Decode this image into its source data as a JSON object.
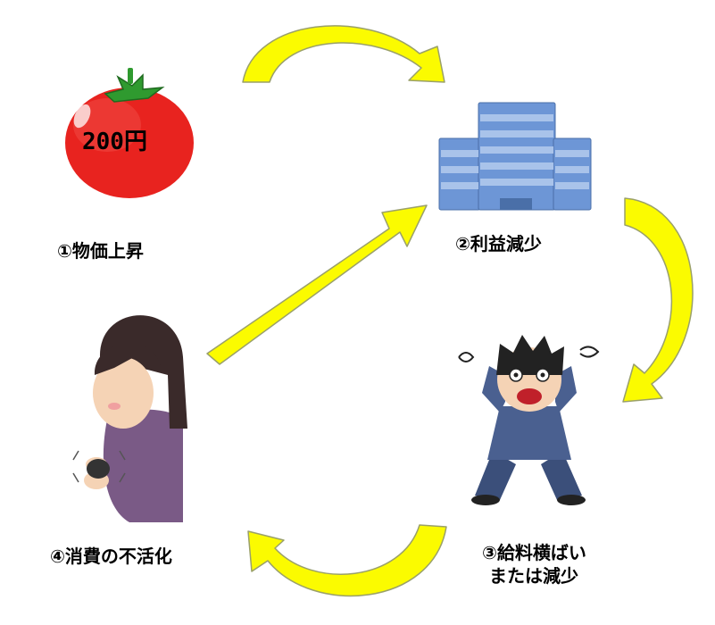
{
  "diagram": {
    "colors": {
      "arrow_fill": "#fbfb00",
      "arrow_stroke": "#9aa06a",
      "tomato": "#e8231f",
      "building": "#6d96d6"
    },
    "steps": [
      {
        "id": "step1",
        "label": "①物価上昇",
        "icon": "tomato-icon",
        "icon_text": "200円"
      },
      {
        "id": "step2",
        "label": "②利益減少",
        "icon": "office-building-icon"
      },
      {
        "id": "step3",
        "label_line1": "③給料横ばい",
        "label_line2": "または減少",
        "icon": "worried-man-icon"
      },
      {
        "id": "step4",
        "label": "④消費の不活化",
        "icon": "woman-with-coin-purse-icon"
      }
    ],
    "arrows": [
      {
        "from": "step1",
        "to": "step2"
      },
      {
        "from": "step2",
        "to": "step3"
      },
      {
        "from": "step3",
        "to": "step4"
      },
      {
        "from": "step4",
        "to": "step2"
      }
    ]
  }
}
